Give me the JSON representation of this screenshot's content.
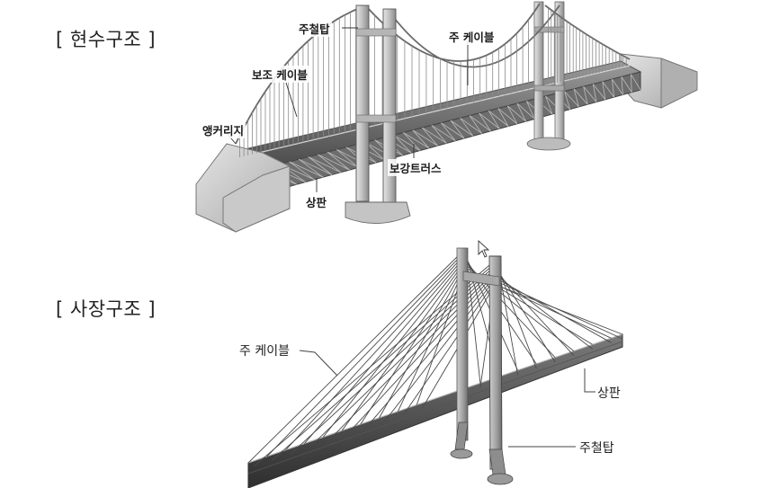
{
  "suspension": {
    "title": "[ 현수구조 ]",
    "labels": {
      "tower": "주철탑",
      "main_cable": "주 케이블",
      "aux_cable": "보조 케이블",
      "anchorage": "앵커리지",
      "stiffening_truss": "보강트러스",
      "deck": "상판"
    }
  },
  "cable_stayed": {
    "title": "[ 사장구조 ]",
    "labels": {
      "main_cable": "주 케이블",
      "deck": "상판",
      "tower": "주철탑"
    }
  }
}
